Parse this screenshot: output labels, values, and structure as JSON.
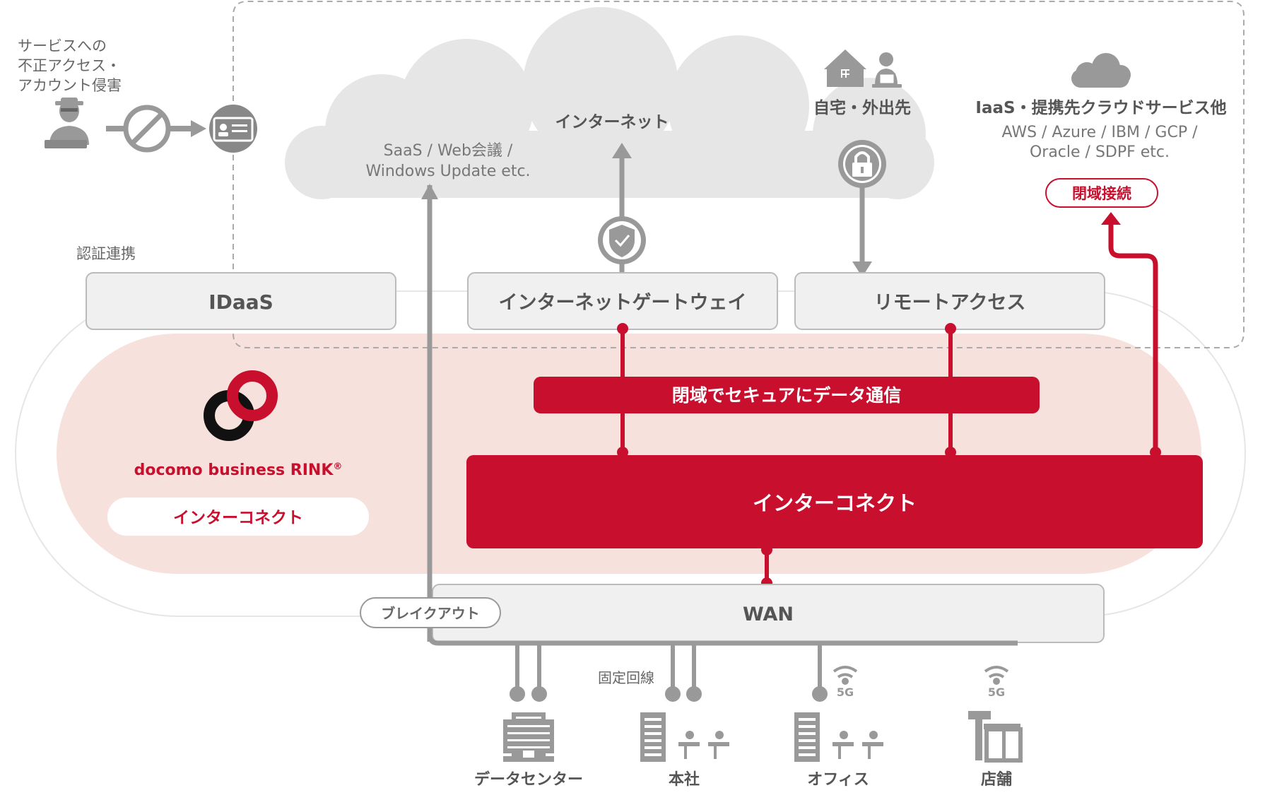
{
  "threat": {
    "line1": "サービスへの",
    "line2": "不正アクセス・",
    "line3": "アカウント侵害"
  },
  "auth_link": "認証連携",
  "cloud": {
    "saas_line1": "SaaS / Web会議 /",
    "saas_line2": "Windows Update etc.",
    "internet": "インターネット",
    "home": "自宅・外出先",
    "iaas_title": "IaaS・提携先クラウドサービス他",
    "iaas_line1": "AWS / Azure / IBM / GCP /",
    "iaas_line2": "Oracle / SDPF etc.",
    "closed_pill": "閉域接続"
  },
  "boxes": {
    "idaas": "IDaaS",
    "igw": "インターネットゲートウェイ",
    "remote": "リモートアクセス",
    "wan": "WAN"
  },
  "rink": {
    "brand": "docomo business RINK",
    "reg": "®",
    "pill": "インターコネクト"
  },
  "secure_bar": "閉域でセキュアにデータ通信",
  "interconnect": "インターコネクト",
  "breakout": "ブレイクアウト",
  "fixed_line": "固定回線",
  "fiveg": "5G",
  "sites": {
    "datacenter": "データセンター",
    "hq": "本社",
    "office": "オフィス",
    "store": "店舗"
  },
  "colors": {
    "red": "#c8102e",
    "gray": "#999999",
    "pink": "#f7e1dc",
    "light": "#e9e9e9"
  }
}
